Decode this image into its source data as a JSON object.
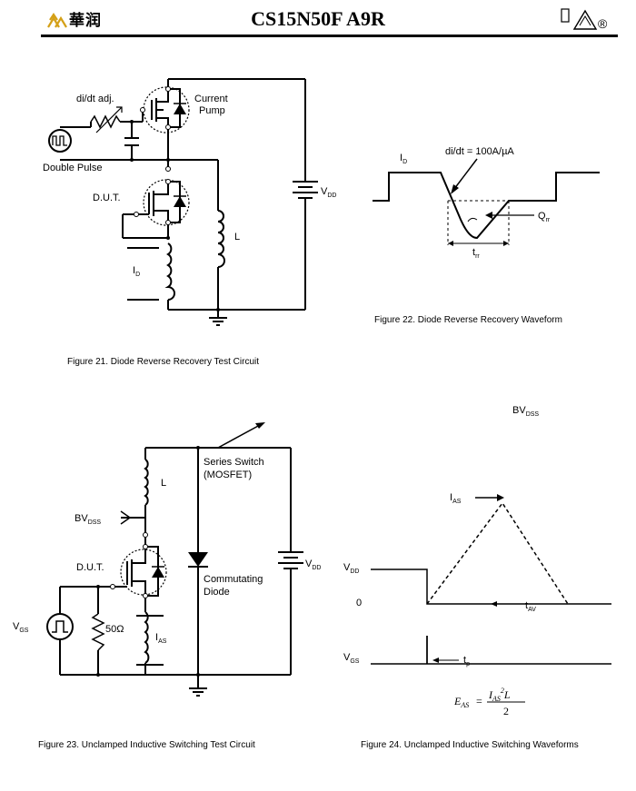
{
  "header": {
    "logo_text": "華润",
    "title": "CS15N50F A9R",
    "registered_mark": "®"
  },
  "fig21": {
    "caption": "Figure 21. Diode Reverse Recovery Test Circuit",
    "didt_label": "di/dt adj.",
    "current_pump": "Current",
    "current_pump2": "Pump",
    "double_pulse": "Double Pulse",
    "dut": "D.U.T.",
    "inductor": "L",
    "id_main": "I",
    "id_sub": "D",
    "vdd_main": "V",
    "vdd_sub": "DD"
  },
  "fig22": {
    "caption": "Figure 22. Diode Reverse Recovery Waveform",
    "didt": "di/dt = 100A/µA",
    "id_main": "I",
    "id_sub": "D",
    "qrr_main": "Q",
    "qrr_sub": "rr",
    "trr_main": "t",
    "trr_sub": "rr"
  },
  "fig23": {
    "caption": "Figure 23. Unclamped Inductive Switching Test Circuit",
    "series_switch": "Series Switch",
    "mosfet": "(MOSFET)",
    "inductor": "L",
    "bvdss_main": "BV",
    "bvdss_sub": "DSS",
    "dut": "D.U.T.",
    "commutating": "Commutating",
    "diode": "Diode",
    "vgs_main": "V",
    "vgs_sub": "GS",
    "resistor": "50Ω",
    "ias_main": "I",
    "ias_sub": "AS",
    "vdd_main": "V",
    "vdd_sub": "DD"
  },
  "fig24": {
    "caption": "Figure 24. Unclamped Inductive Switching Waveforms",
    "bvdss_main": "BV",
    "bvdss_sub": "DSS",
    "ias_main": "I",
    "ias_sub": "AS",
    "vdd_main": "V",
    "vdd_sub": "DD",
    "zero": "0",
    "tav_main": "t",
    "tav_sub": "AV",
    "vgs_main": "V",
    "vgs_sub": "GS",
    "tp_main": "t",
    "tp_sub": "p",
    "eq_lhs": "E",
    "eq_lhs_sub": "AS",
    "eq_eq": "=",
    "eq_num": "I",
    "eq_num_sub": "AS",
    "eq_num_sup": "2",
    "eq_num_l": "L",
    "eq_den": "2"
  }
}
